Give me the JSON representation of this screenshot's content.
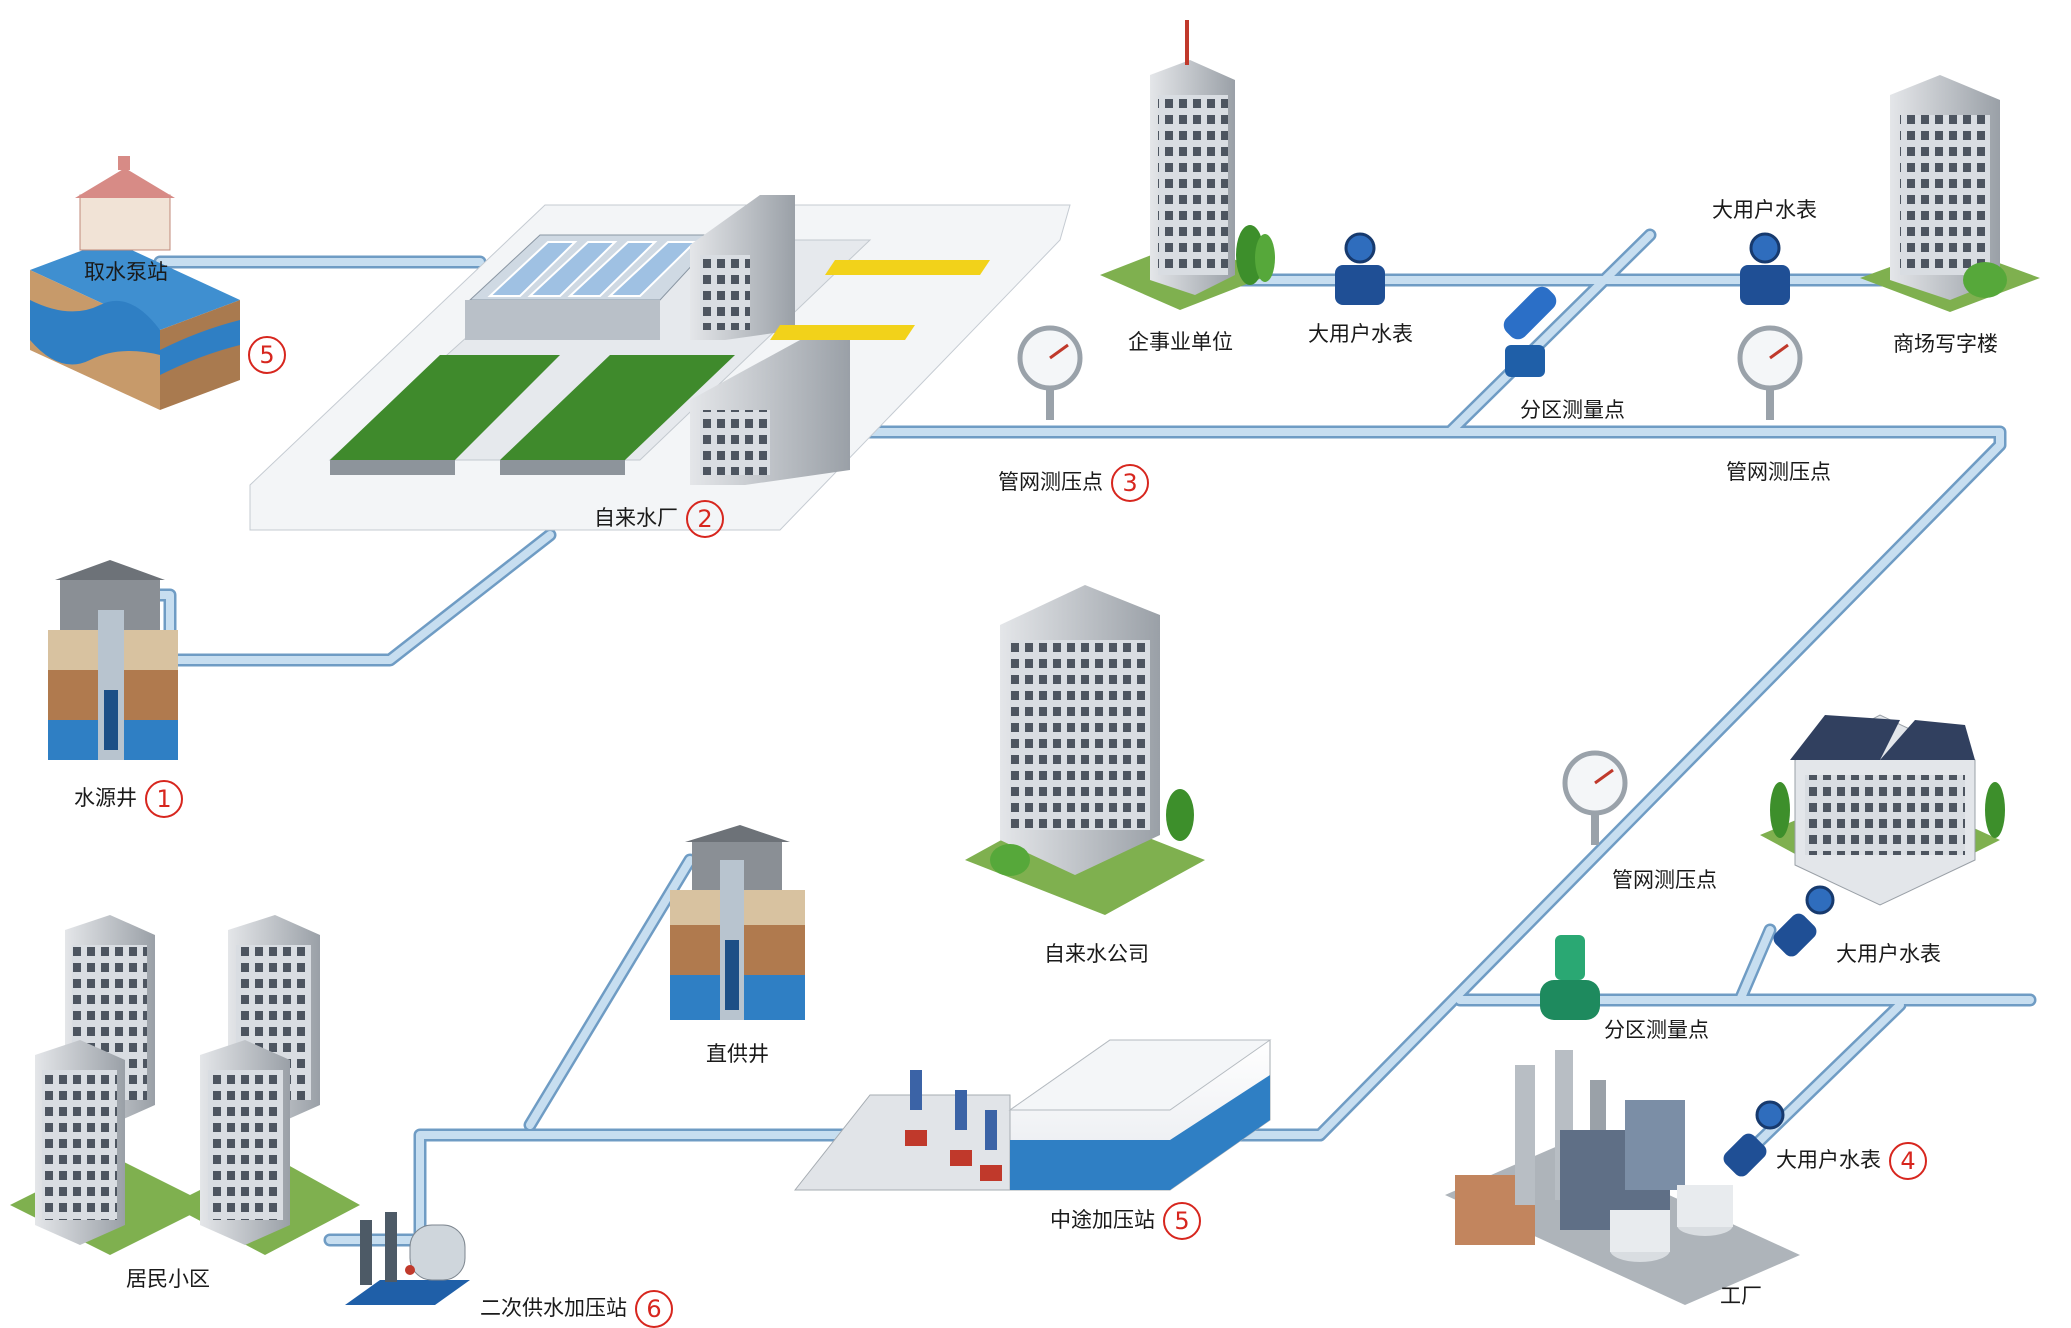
{
  "labels": {
    "intake_pump_station": "取水泵站",
    "intake_pump_station_num": "5",
    "water_plant": "自来水厂",
    "water_plant_num": "2",
    "source_well": "水源井",
    "source_well_num": "1",
    "enterprise": "企事业单位",
    "big_meter_top": "大用户水表",
    "big_meter_top_right": "大用户水表",
    "commercial_office": "商场写字楼",
    "pressure_point_1": "管网测压点",
    "pressure_point_1_num": "3",
    "zone_meter_top": "分区测量点",
    "pressure_point_2": "管网测压点",
    "water_company": "自来水公司",
    "pressure_point_3": "管网测压点",
    "big_meter_mid": "大用户水表",
    "zone_meter_bottom": "分区测量点",
    "direct_well": "直供井",
    "residential": "居民小区",
    "secondary_booster": "二次供水加压站",
    "secondary_booster_num": "6",
    "midway_booster": "中途加压站",
    "midway_booster_num": "5",
    "big_meter_bottom": "大用户水表",
    "big_meter_bottom_num": "4",
    "factory": "工厂"
  },
  "colors": {
    "pipe": "#a9c8e2",
    "pipe_edge": "#6f9cc4",
    "number_circle": "#d7261e",
    "water": "#2f7fc4",
    "soil": "#b07a4e",
    "grass": "#4e9a2e",
    "building": "#c9cdd2"
  }
}
